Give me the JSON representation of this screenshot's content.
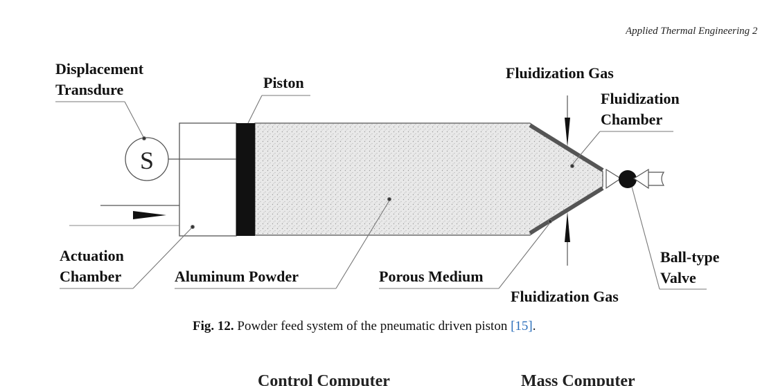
{
  "header": {
    "journal": "Applied Thermal Engineering 2"
  },
  "figure": {
    "labels": {
      "displacement": "Displacement",
      "transducer": "Transdure",
      "piston": "Piston",
      "fluidization_gas_top": "Fluidization Gas",
      "fluidization_chamber_1": "Fluidization",
      "fluidization_chamber_2": "Chamber",
      "sensor_symbol": "S",
      "actuation_1": "Actuation",
      "actuation_2": "Chamber",
      "aluminum_powder": "Aluminum Powder",
      "porous_medium": "Porous Medium",
      "fluidization_gas_bottom": "Fluidization Gas",
      "ball_valve_1": "Ball-type",
      "ball_valve_2": "Valve"
    }
  },
  "caption": {
    "fig_number": "Fig. 12.",
    "text": "Powder feed system of the pneumatic driven piston",
    "citation": "[15]",
    "end": "."
  },
  "next_figure_partial": {
    "left_title": "Control Computer",
    "right_title": "Mass Computer"
  }
}
